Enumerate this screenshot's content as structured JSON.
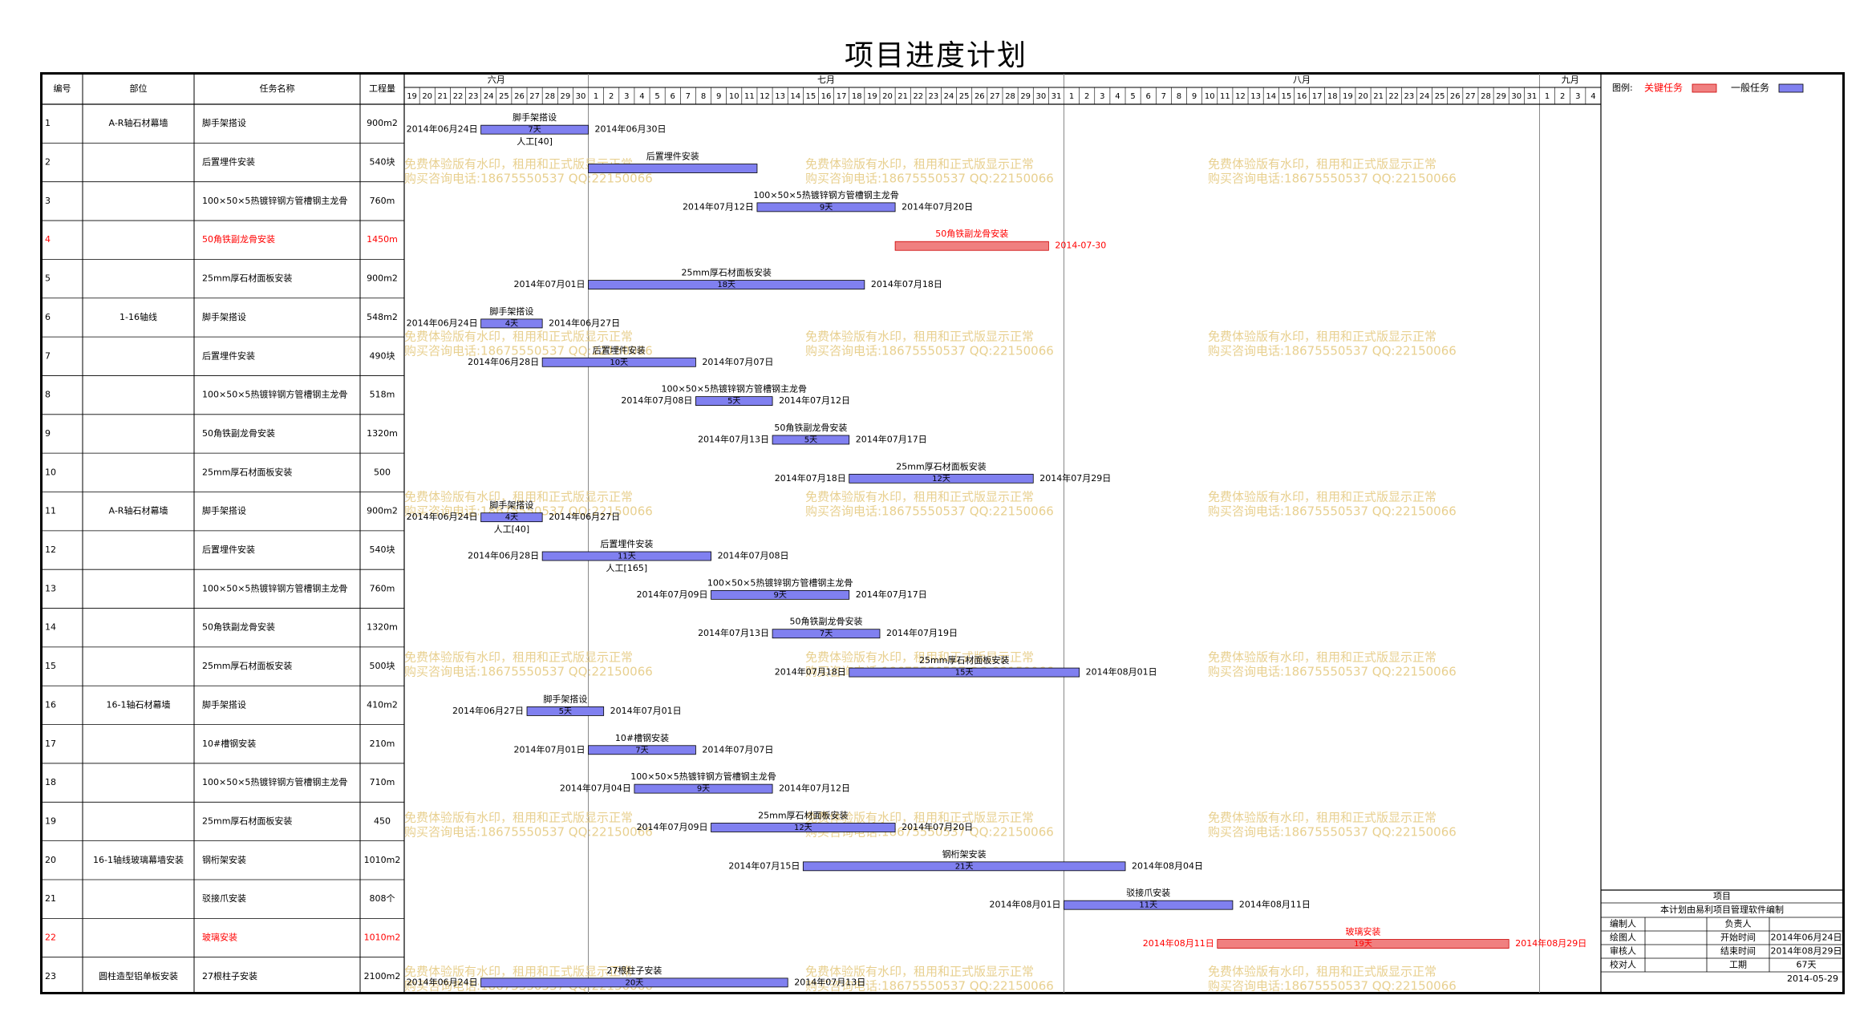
{
  "page": {
    "title": "项目进度计划"
  },
  "headers": {
    "id": "编号",
    "part": "部位",
    "task": "任务名称",
    "qty": "工程量"
  },
  "months": [
    {
      "name": "六月",
      "days": [
        "19",
        "20",
        "21",
        "22",
        "23",
        "24",
        "25",
        "26",
        "27",
        "28",
        "29",
        "30"
      ]
    },
    {
      "name": "七月",
      "days": [
        "1",
        "2",
        "3",
        "4",
        "5",
        "6",
        "7",
        "8",
        "9",
        "10",
        "11",
        "12",
        "13",
        "14",
        "15",
        "16",
        "17",
        "18",
        "19",
        "20",
        "21",
        "22",
        "23",
        "24",
        "25",
        "26",
        "27",
        "28",
        "29",
        "30",
        "31"
      ]
    },
    {
      "name": "八月",
      "days": [
        "1",
        "2",
        "3",
        "4",
        "5",
        "6",
        "7",
        "8",
        "9",
        "10",
        "11",
        "12",
        "13",
        "14",
        "15",
        "16",
        "17",
        "18",
        "19",
        "20",
        "21",
        "22",
        "23",
        "24",
        "25",
        "26",
        "27",
        "28",
        "29",
        "30",
        "31"
      ]
    },
    {
      "name": "九月",
      "days": [
        "1",
        "2",
        "3",
        "4"
      ]
    }
  ],
  "legend": {
    "label": "图例:",
    "critical": "关键任务",
    "normal": "一般任务",
    "critical_color": "#f08080",
    "normal_color": "#8080f0"
  },
  "watermark": {
    "line1": "免费体验版有水印，租用和正式版显示正常",
    "line2": "购买咨询电话:18675550537 QQ:22150066"
  },
  "info": {
    "title": "项目",
    "subtitle": "本计划由易利项目管理软件编制",
    "rows": [
      [
        "编制人",
        "",
        "负责人",
        ""
      ],
      [
        "绘图人",
        "",
        "开始时间",
        "2014年06月24日"
      ],
      [
        "审核人",
        "",
        "结束时间",
        "2014年08月29日"
      ],
      [
        "校对人",
        "",
        "工期",
        "67天"
      ]
    ],
    "date": "2014-05-29"
  },
  "chart_data": {
    "type": "gantt",
    "title": "项目进度计划",
    "timeline_start": "2014-06-19",
    "timeline_end": "2014-09-04",
    "tasks": [
      {
        "id": "1",
        "part": "A-R轴石材幕墙",
        "name": "脚手架搭设",
        "qty": "900m2",
        "start": "2014-06-24",
        "end": "2014-06-30",
        "duration": "7天",
        "resource": "人工[40]",
        "critical": false,
        "start_label": "2014年06月24日",
        "end_label": "2014年06月30日"
      },
      {
        "id": "2",
        "part": "",
        "name": "后置埋件安装",
        "qty": "540块",
        "start": "2014-07-01",
        "end": "2014-07-11",
        "duration": "",
        "resource": "",
        "critical": false,
        "start_label": "",
        "end_label": ""
      },
      {
        "id": "3",
        "part": "",
        "name": "100×50×5热镀锌钢方管槽钢主龙骨",
        "qty": "760m",
        "start": "2014-07-12",
        "end": "2014-07-20",
        "duration": "9天",
        "resource": "",
        "critical": false,
        "start_label": "2014年07月12日",
        "end_label": "2014年07月20日"
      },
      {
        "id": "4",
        "part": "",
        "name": "50角铁副龙骨安装",
        "qty": "1450m",
        "start": "2014-07-21",
        "end": "2014-07-30",
        "duration": "",
        "resource": "",
        "critical": true,
        "start_label": "",
        "end_label": "2014-07-30"
      },
      {
        "id": "5",
        "part": "",
        "name": "25mm厚石材面板安装",
        "qty": "900m2",
        "start": "2014-07-01",
        "end": "2014-07-18",
        "duration": "18天",
        "resource": "",
        "critical": false,
        "start_label": "2014年07月01日",
        "end_label": "2014年07月18日"
      },
      {
        "id": "6",
        "part": "1-16轴线",
        "name": "脚手架搭设",
        "qty": "548m2",
        "start": "2014-06-24",
        "end": "2014-06-27",
        "duration": "4天",
        "resource": "",
        "critical": false,
        "start_label": "2014年06月24日",
        "end_label": "2014年06月27日"
      },
      {
        "id": "7",
        "part": "",
        "name": "后置埋件安装",
        "qty": "490块",
        "start": "2014-06-28",
        "end": "2014-07-07",
        "duration": "10天",
        "resource": "",
        "critical": false,
        "start_label": "2014年06月28日",
        "end_label": "2014年07月07日"
      },
      {
        "id": "8",
        "part": "",
        "name": "100×50×5热镀锌钢方管槽钢主龙骨",
        "qty": "518m",
        "start": "2014-07-08",
        "end": "2014-07-12",
        "duration": "5天",
        "resource": "",
        "critical": false,
        "start_label": "2014年07月08日",
        "end_label": "2014年07月12日"
      },
      {
        "id": "9",
        "part": "",
        "name": "50角铁副龙骨安装",
        "qty": "1320m",
        "start": "2014-07-13",
        "end": "2014-07-17",
        "duration": "5天",
        "resource": "",
        "critical": false,
        "start_label": "2014年07月13日",
        "end_label": "2014年07月17日"
      },
      {
        "id": "10",
        "part": "",
        "name": "25mm厚石材面板安装",
        "qty": "500",
        "start": "2014-07-18",
        "end": "2014-07-29",
        "duration": "12天",
        "resource": "",
        "critical": false,
        "start_label": "2014年07月18日",
        "end_label": "2014年07月29日"
      },
      {
        "id": "11",
        "part": "A-R轴石材幕墙",
        "name": "脚手架搭设",
        "qty": "900m2",
        "start": "2014-06-24",
        "end": "2014-06-27",
        "duration": "4天",
        "resource": "人工[40]",
        "critical": false,
        "start_label": "2014年06月24日",
        "end_label": "2014年06月27日"
      },
      {
        "id": "12",
        "part": "",
        "name": "后置埋件安装",
        "qty": "540块",
        "start": "2014-06-28",
        "end": "2014-07-08",
        "duration": "11天",
        "resource": "人工[165]",
        "critical": false,
        "start_label": "2014年06月28日",
        "end_label": "2014年07月08日"
      },
      {
        "id": "13",
        "part": "",
        "name": "100×50×5热镀锌钢方管槽钢主龙骨",
        "qty": "760m",
        "start": "2014-07-09",
        "end": "2014-07-17",
        "duration": "9天",
        "resource": "",
        "critical": false,
        "start_label": "2014年07月09日",
        "end_label": "2014年07月17日"
      },
      {
        "id": "14",
        "part": "",
        "name": "50角铁副龙骨安装",
        "qty": "1320m",
        "start": "2014-07-13",
        "end": "2014-07-19",
        "duration": "7天",
        "resource": "",
        "critical": false,
        "start_label": "2014年07月13日",
        "end_label": "2014年07月19日"
      },
      {
        "id": "15",
        "part": "",
        "name": "25mm厚石材面板安装",
        "qty": "500块",
        "start": "2014-07-18",
        "end": "2014-08-01",
        "duration": "15天",
        "resource": "",
        "critical": false,
        "start_label": "2014年07月18日",
        "end_label": "2014年08月01日"
      },
      {
        "id": "16",
        "part": "16-1轴石材幕墙",
        "name": "脚手架搭设",
        "qty": "410m2",
        "start": "2014-06-27",
        "end": "2014-07-01",
        "duration": "5天",
        "resource": "",
        "critical": false,
        "start_label": "2014年06月27日",
        "end_label": "2014年07月01日"
      },
      {
        "id": "17",
        "part": "",
        "name": "10#槽钢安装",
        "qty": "210m",
        "start": "2014-07-01",
        "end": "2014-07-07",
        "duration": "7天",
        "resource": "",
        "critical": false,
        "start_label": "2014年07月01日",
        "end_label": "2014年07月07日"
      },
      {
        "id": "18",
        "part": "",
        "name": "100×50×5热镀锌钢方管槽钢主龙骨",
        "qty": "710m",
        "start": "2014-07-04",
        "end": "2014-07-12",
        "duration": "9天",
        "resource": "",
        "critical": false,
        "start_label": "2014年07月04日",
        "end_label": "2014年07月12日"
      },
      {
        "id": "19",
        "part": "",
        "name": "25mm厚石材面板安装",
        "qty": "450",
        "start": "2014-07-09",
        "end": "2014-07-20",
        "duration": "12天",
        "resource": "",
        "critical": false,
        "start_label": "2014年07月09日",
        "end_label": "2014年07月20日"
      },
      {
        "id": "20",
        "part": "16-1轴线玻璃幕墙安装",
        "name": "钢桁架安装",
        "qty": "1010m2",
        "start": "2014-07-15",
        "end": "2014-08-04",
        "duration": "21天",
        "resource": "",
        "critical": false,
        "start_label": "2014年07月15日",
        "end_label": "2014年08月04日"
      },
      {
        "id": "21",
        "part": "",
        "name": "驳接爪安装",
        "qty": "808个",
        "start": "2014-08-01",
        "end": "2014-08-11",
        "duration": "11天",
        "resource": "",
        "critical": false,
        "start_label": "2014年08月01日",
        "end_label": "2014年08月11日"
      },
      {
        "id": "22",
        "part": "",
        "name": "玻璃安装",
        "qty": "1010m2",
        "start": "2014-08-11",
        "end": "2014-08-29",
        "duration": "19天",
        "resource": "",
        "critical": true,
        "start_label": "2014年08月11日",
        "end_label": "2014年08月29日"
      },
      {
        "id": "23",
        "part": "圆柱造型铝单板安装",
        "name": "27根柱子安装",
        "qty": "2100m2",
        "start": "2014-06-24",
        "end": "2014-07-13",
        "duration": "20天",
        "resource": "",
        "critical": false,
        "start_label": "2014年06月24日",
        "end_label": "2014年07月13日"
      }
    ]
  }
}
